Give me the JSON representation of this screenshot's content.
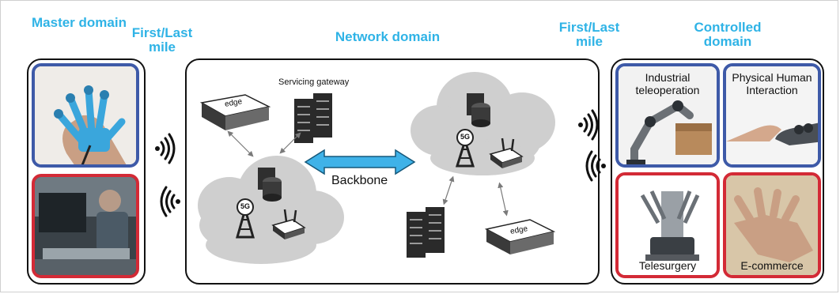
{
  "headers": {
    "master": "Master domain",
    "first_last_left": "First/Last mile",
    "network": "Network domain",
    "first_last_right": "First/Last mile",
    "controlled": "Controlled domain"
  },
  "network": {
    "servicing_gateway": "Servicing gateway",
    "edge_top": "edge",
    "edge_bottom": "edge",
    "backbone": "Backbone",
    "badge_left": "5G",
    "badge_right": "5G"
  },
  "controlled": {
    "industrial": "Industrial teleoperation",
    "physical": "Physical Human Interaction",
    "telesurgery": "Telesurgery",
    "ecommerce": "E-commerce"
  },
  "colors": {
    "header": "#2fb3e6",
    "blue_panel": "#3e5aa8",
    "red_panel": "#d32a36",
    "cloud": "#cfcfcf",
    "backbone": "#3fb2e8"
  }
}
